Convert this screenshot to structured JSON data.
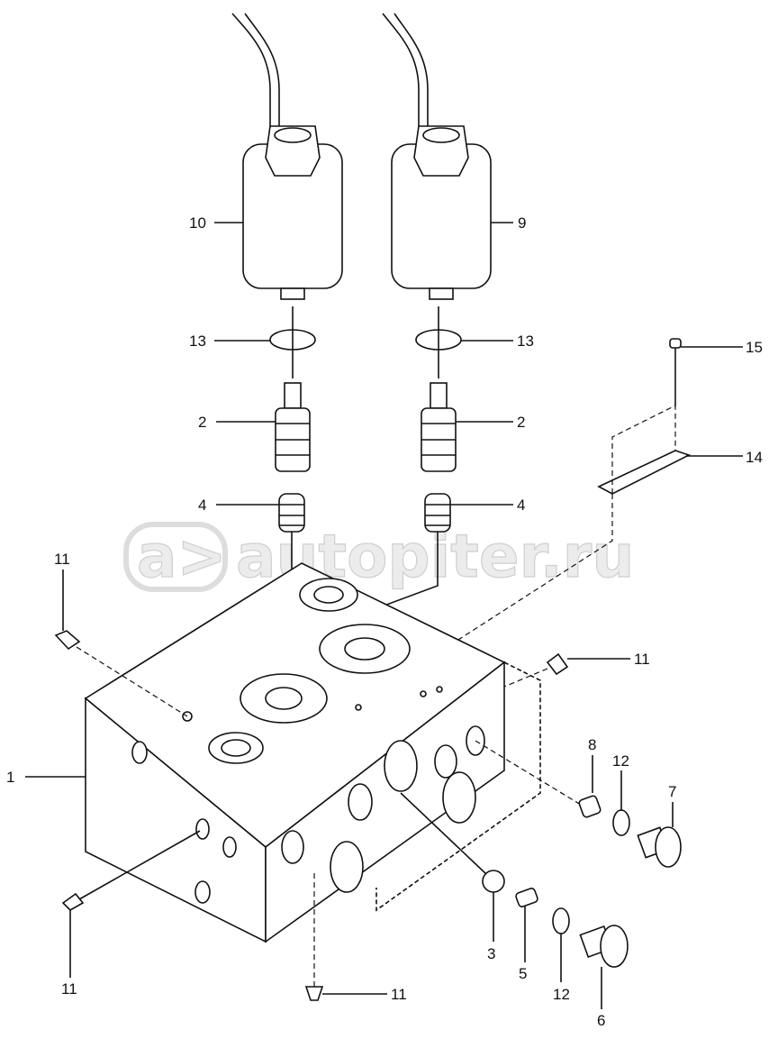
{
  "watermark": {
    "text": "autopiter.ru",
    "logo_text": "a>"
  },
  "callouts": {
    "c10": "10",
    "c9": "9",
    "c13a": "13",
    "c13b": "13",
    "c15": "15",
    "c2a": "2",
    "c2b": "2",
    "c14": "14",
    "c4a": "4",
    "c4b": "4",
    "c11a": "11",
    "c11b": "11",
    "c11c": "11",
    "c11d": "11",
    "c1": "1",
    "c8": "8",
    "c12a": "12",
    "c7": "7",
    "c3": "3",
    "c5": "5",
    "c12b": "12",
    "c6": "6"
  }
}
